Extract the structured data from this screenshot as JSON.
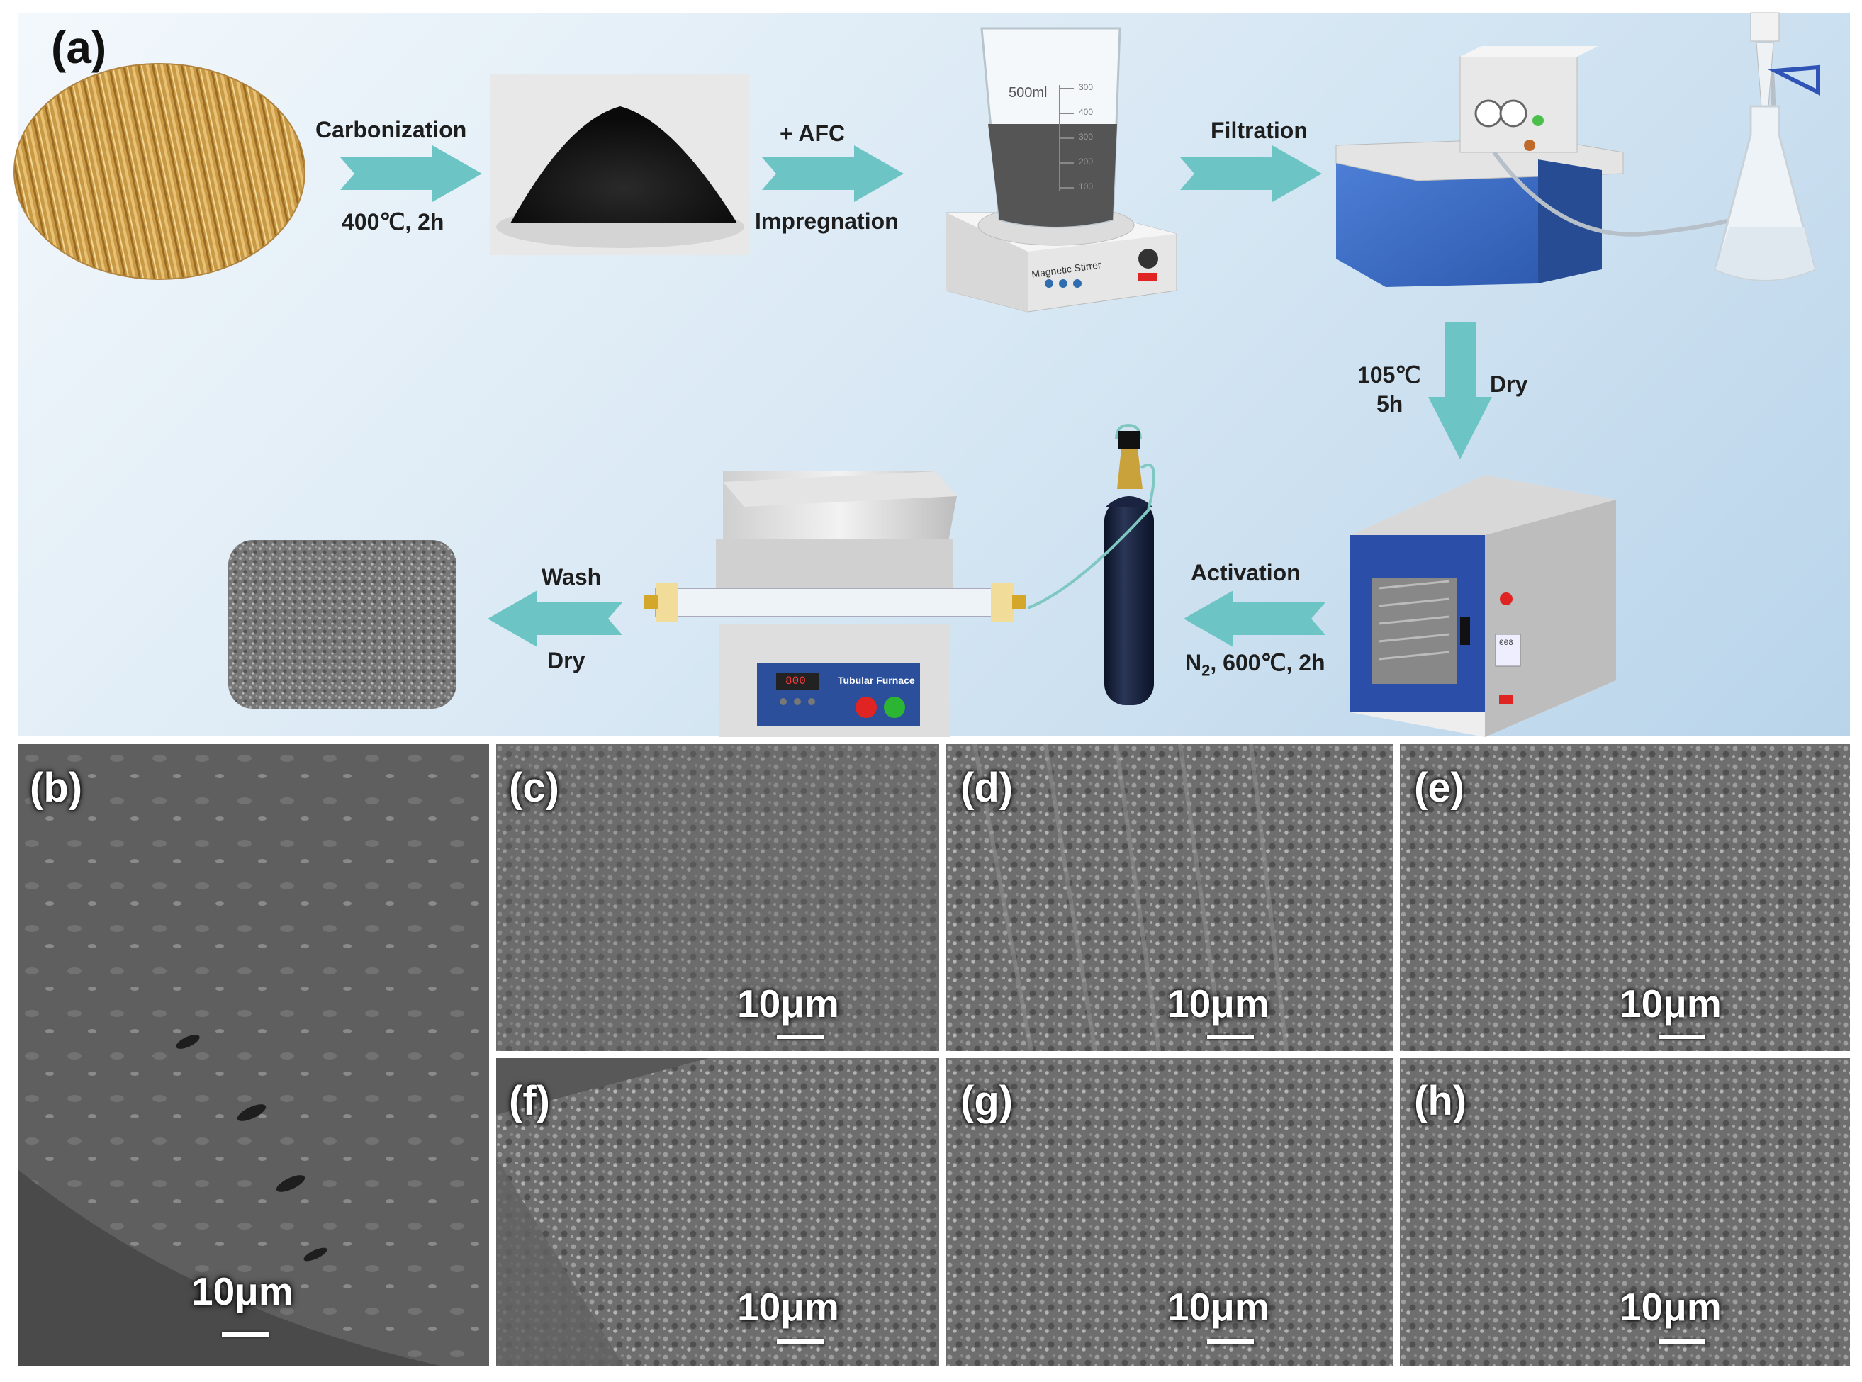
{
  "panel_a": {
    "letter": "(a)",
    "steps": {
      "carbonization": "Carbonization",
      "carbonization_cond": "400℃, 2h",
      "afc": "+ AFC",
      "impregnation": "Impregnation",
      "filtration": "Filtration",
      "dry_temp": "105℃",
      "dry_time": "5h",
      "dry": "Dry",
      "activation": "Activation",
      "activation_cond_n": "N",
      "activation_cond_sub": "2",
      "activation_cond_rest": ", 600℃, 2h",
      "wash": "Wash",
      "dry2": "Dry"
    },
    "equipment": {
      "beaker_volume": "500ml",
      "beaker_ticks": [
        "300",
        "400",
        "300",
        "200",
        "100"
      ],
      "stirrer_label": "Magnetic Stirrer",
      "furnace_label": "Tubular Furnace",
      "furnace_display": "800",
      "oven_display": "008"
    }
  },
  "sem_panels": [
    {
      "letter": "(b)",
      "scale": "10μm"
    },
    {
      "letter": "(c)",
      "scale": "10μm"
    },
    {
      "letter": "(d)",
      "scale": "10μm"
    },
    {
      "letter": "(e)",
      "scale": "10μm"
    },
    {
      "letter": "(f)",
      "scale": "10μm"
    },
    {
      "letter": "(g)",
      "scale": "10μm"
    },
    {
      "letter": "(h)",
      "scale": "10μm"
    }
  ],
  "colors": {
    "background_gradient_start": "#eef5fb",
    "background_gradient_end": "#bcd6ec",
    "arrow": "#6cc5c4",
    "sem_gray": "#6f6f6f"
  }
}
